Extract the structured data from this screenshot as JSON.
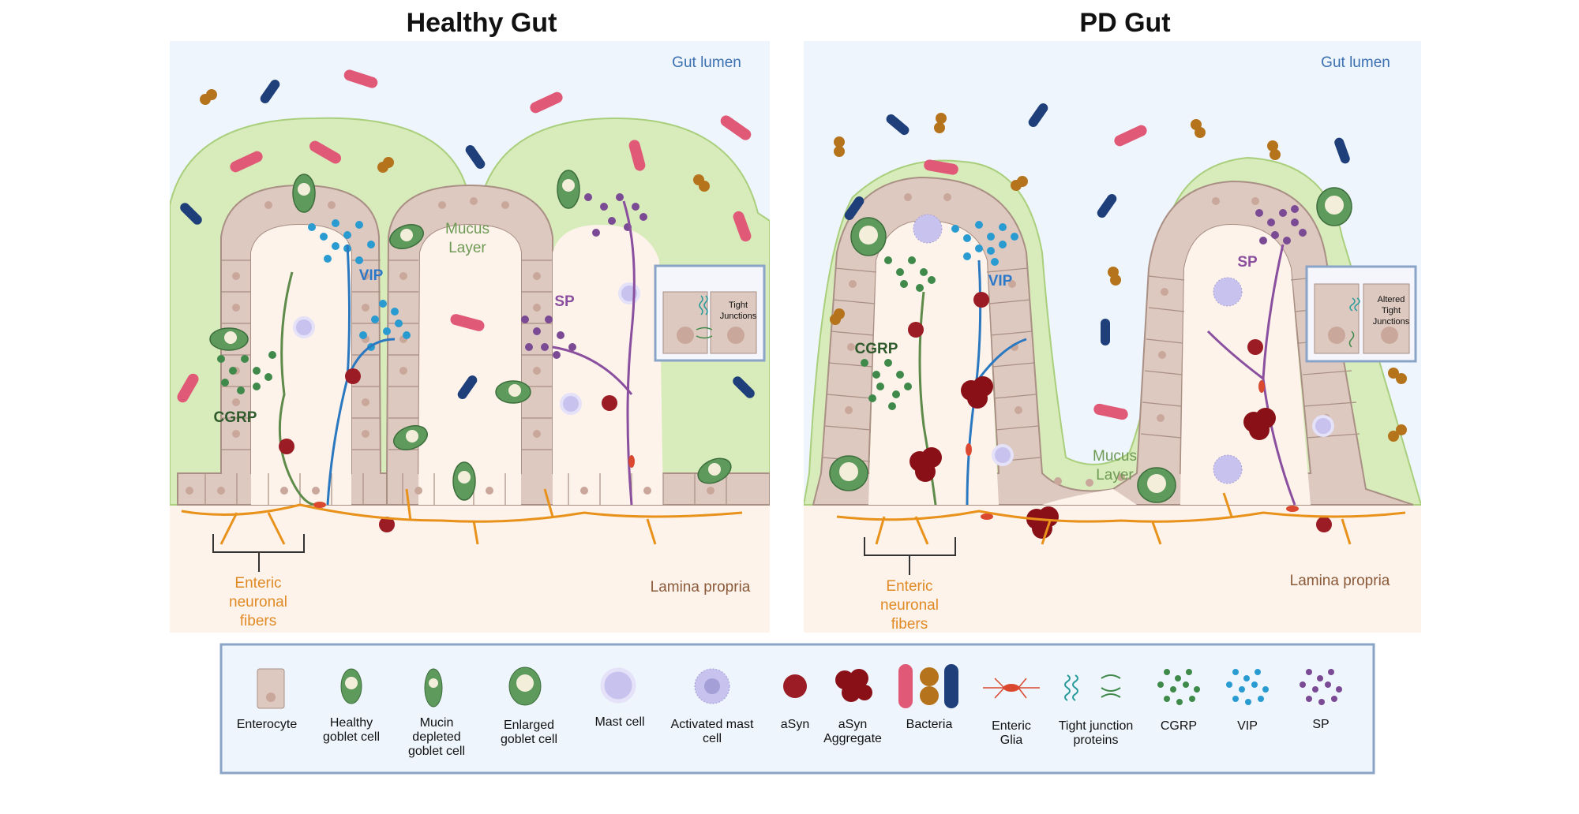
{
  "titles": {
    "healthy": "Healthy Gut",
    "pd": "PD Gut"
  },
  "healthy": {
    "gut_lumen": "Gut lumen",
    "mucus_layer": [
      "Mucus",
      "Layer"
    ],
    "lamina_propria": "Lamina propria",
    "enteric_fibers": [
      "Enteric",
      "neuronal",
      "fibers"
    ],
    "vip": "VIP",
    "sp": "SP",
    "cgrp": "CGRP",
    "inset": [
      "Tight",
      "Junctions"
    ]
  },
  "pd": {
    "gut_lumen": "Gut lumen",
    "mucus_layer": [
      "Mucus",
      "Layer"
    ],
    "lamina_propria": "Lamina propria",
    "enteric_fibers": [
      "Enteric",
      "neuronal",
      "fibers"
    ],
    "vip": "VIP",
    "sp": "SP",
    "cgrp": "CGRP",
    "inset": [
      "Altered",
      "Tight",
      "Junctions"
    ]
  },
  "legend": [
    [
      "Enterocyte"
    ],
    [
      "Healthy",
      "goblet cell"
    ],
    [
      "Mucin",
      "depleted",
      "goblet cell"
    ],
    [
      "Enlarged",
      "goblet cell"
    ],
    [
      "Mast cell"
    ],
    [
      "Activated mast",
      "cell"
    ],
    [
      "aSyn"
    ],
    [
      "aSyn",
      "Aggregate"
    ],
    [
      "Bacteria"
    ],
    [
      "Enteric",
      "Glia"
    ],
    [
      "Tight junction",
      "proteins"
    ],
    [
      "CGRP"
    ],
    [
      "VIP"
    ],
    [
      "SP"
    ]
  ],
  "colors": {
    "lumen": "#eef5fd",
    "mucus": "#d8ebbb",
    "mucus_edge": "#a9cf7d",
    "lamina": "#fdf3ea",
    "enterocyte": "#ddc9c0",
    "enterocyte_edge": "#a98f84",
    "goblet": "#5e9a5c",
    "asyn": "#9b1c24",
    "bacteria_pink": "#e05a78",
    "bacteria_navy": "#1f3f7a",
    "bacteria_brown": "#b5741c",
    "vip": "#2a9bd1",
    "sp": "#7b4a94",
    "cgrp": "#3f8a4a",
    "glia": "#d9482f",
    "fibers": "#e8921c",
    "legend_border": "#8aa4c8",
    "legend_bg": "#eef5fd"
  }
}
